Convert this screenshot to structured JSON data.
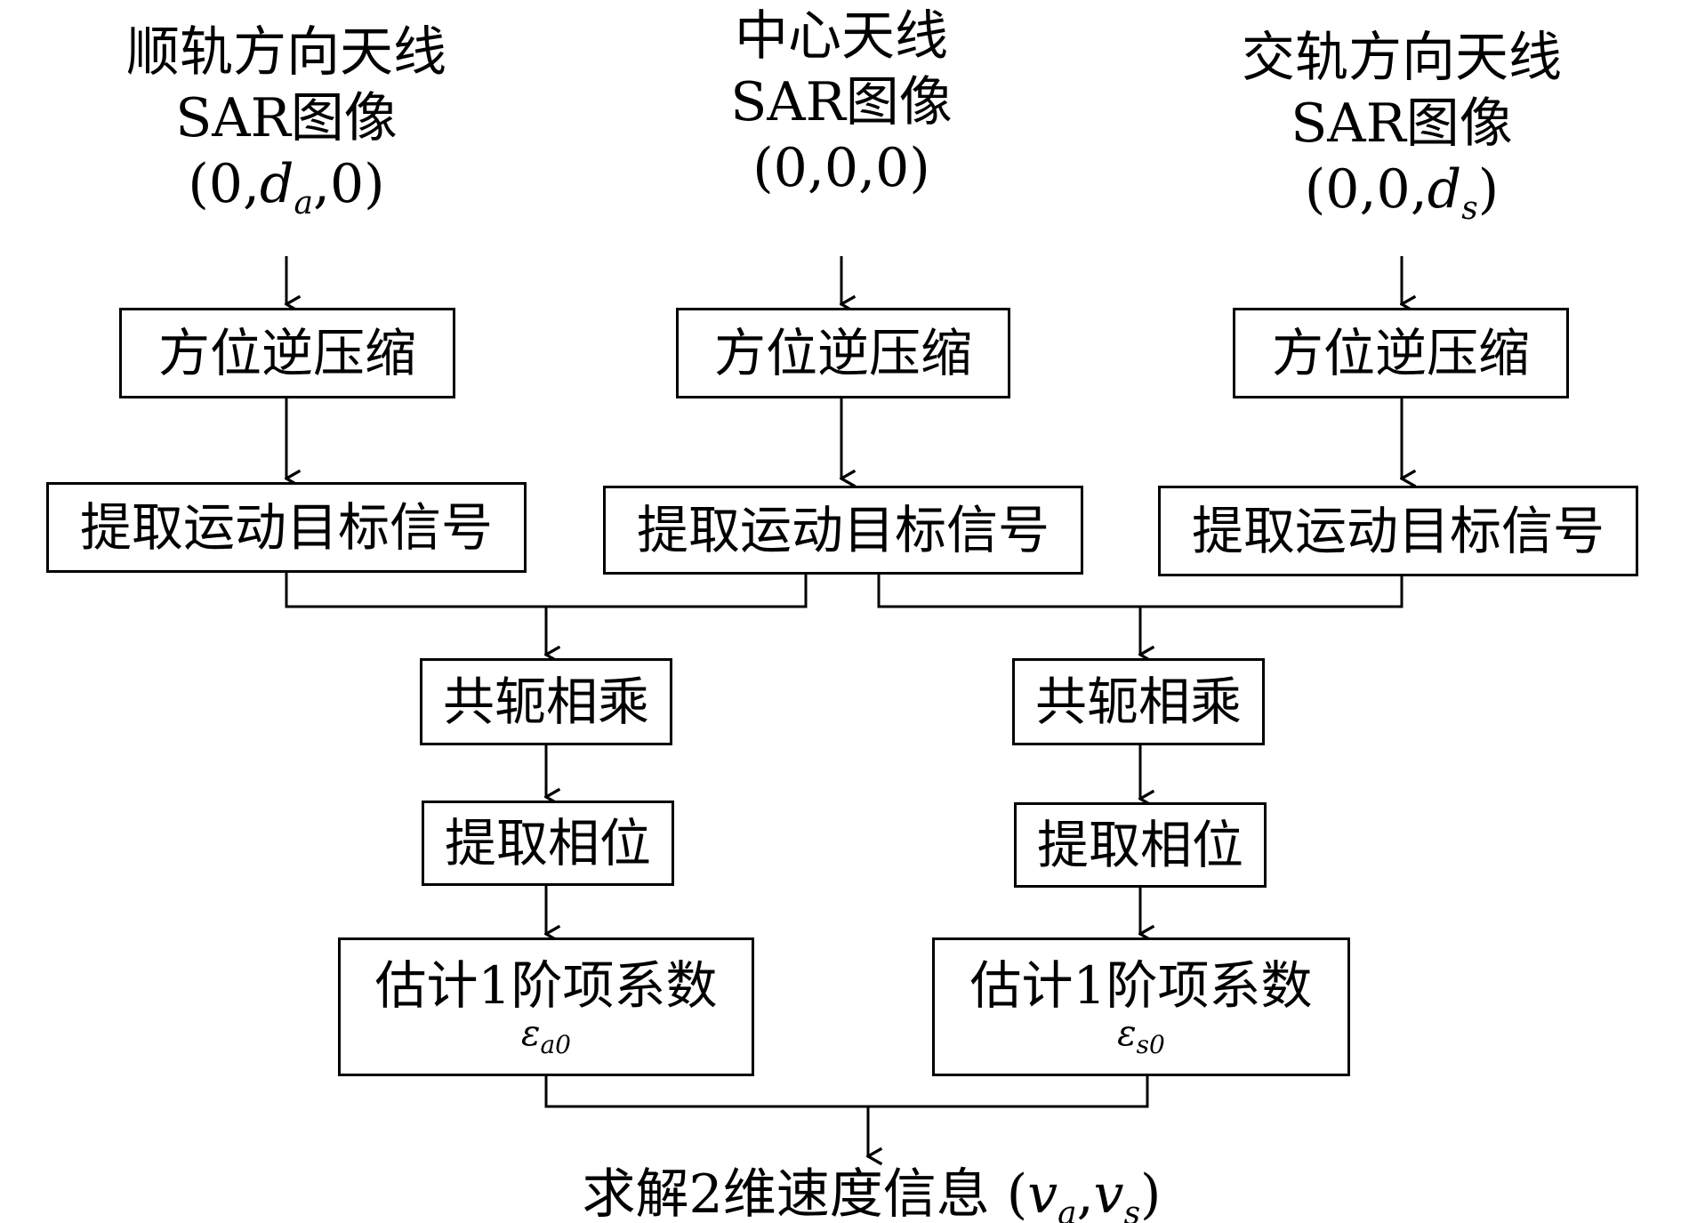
{
  "sources": [
    {
      "title": "顺轨方向天线",
      "line2": "SAR图像",
      "coord": {
        "open": "(0,",
        "sym": "d",
        "sub": "a",
        "close": ",0)"
      }
    },
    {
      "title": "中心天线",
      "line2": "SAR图像",
      "coord": {
        "open": "(0,0,0)",
        "sym": "",
        "sub": "",
        "close": ""
      }
    },
    {
      "title": "交轨方向天线",
      "line2": "SAR图像",
      "coord": {
        "open": "(0,0,",
        "sym": "d",
        "sub": "s",
        "close": ")"
      }
    }
  ],
  "steps": {
    "azimuth_inverse": "方位逆压缩",
    "extract_target": "提取运动目标信号",
    "conjugate_multiply": "共轭相乘",
    "extract_phase": "提取相位",
    "estimate_coeff": "估计1阶项系数"
  },
  "coefficients": {
    "along": {
      "sym": "ε",
      "sub": "a0"
    },
    "cross": {
      "sym": "ε",
      "sub": "s0"
    }
  },
  "result": {
    "text": "求解2维速度信息",
    "open": "(",
    "v": "v",
    "sub_a": "a",
    "comma": ",",
    "sub_s": "s",
    "close": ")"
  }
}
